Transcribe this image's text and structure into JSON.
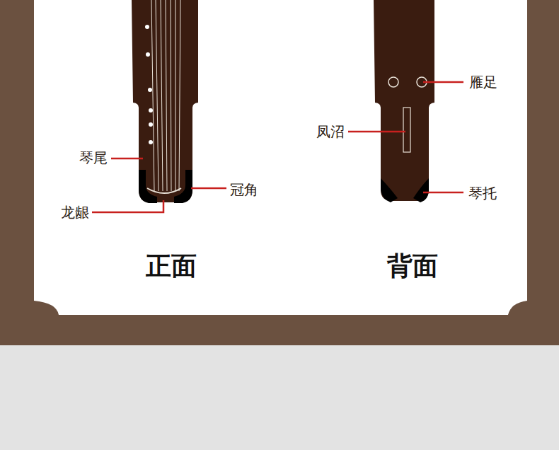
{
  "diagram": {
    "labels": [
      "琴尾",
      "冠角",
      "龙龈",
      "正面",
      "雁足",
      "凤沼",
      "琴托",
      "背面"
    ]
  }
}
